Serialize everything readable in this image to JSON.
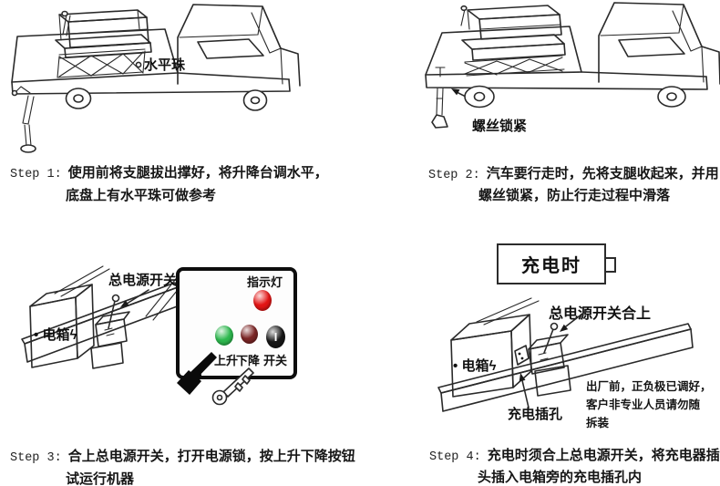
{
  "colors": {
    "ink": "#2a2a2a",
    "indicator_red": "#e31515",
    "button_green": "#2eb94f",
    "button_maroon": "#7c2626",
    "button_black": "#161616",
    "panel_border": "#0d0d0d"
  },
  "labels": {
    "level_bead": "水平珠",
    "screw_lock": "螺丝锁紧",
    "main_power_switch": "总电源开关",
    "electric_box": "电箱",
    "bullet": "•",
    "bolt": "ϟ",
    "charging_mode": "充电时",
    "main_power_switch_on": "总电源开关合上",
    "charging_socket": "充电插孔"
  },
  "panel": {
    "title": "指示灯",
    "indicator_color": "#e31515",
    "switch_mark": "I",
    "buttons": [
      {
        "label": "上升",
        "color": "#2eb94f"
      },
      {
        "label": "下降",
        "color": "#7c2626"
      },
      {
        "label": "开关",
        "color": "#161616"
      }
    ]
  },
  "note": {
    "line1": "出厂前，正负极已调好，",
    "line2": "客户非专业人员请勿随",
    "line3": "拆装"
  },
  "steps": [
    {
      "prefix": "Step 1:",
      "line1": "使用前将支腿拔出撑好，将升降台调水平，",
      "line2": "底盘上有水平珠可做参考"
    },
    {
      "prefix": "Step 2:",
      "line1": "汽车要行走时，先将支腿收起来，并用",
      "line2": "螺丝锁紧，防止行走过程中滑落"
    },
    {
      "prefix": "Step 3:",
      "line1": "合上总电源开关，打开电源锁，按上升下降按钮",
      "line2": "试运行机器"
    },
    {
      "prefix": "Step 4:",
      "line1": "充电时须合上总电源开关，将充电器插",
      "line2": "头插入电箱旁的充电插孔内"
    }
  ]
}
